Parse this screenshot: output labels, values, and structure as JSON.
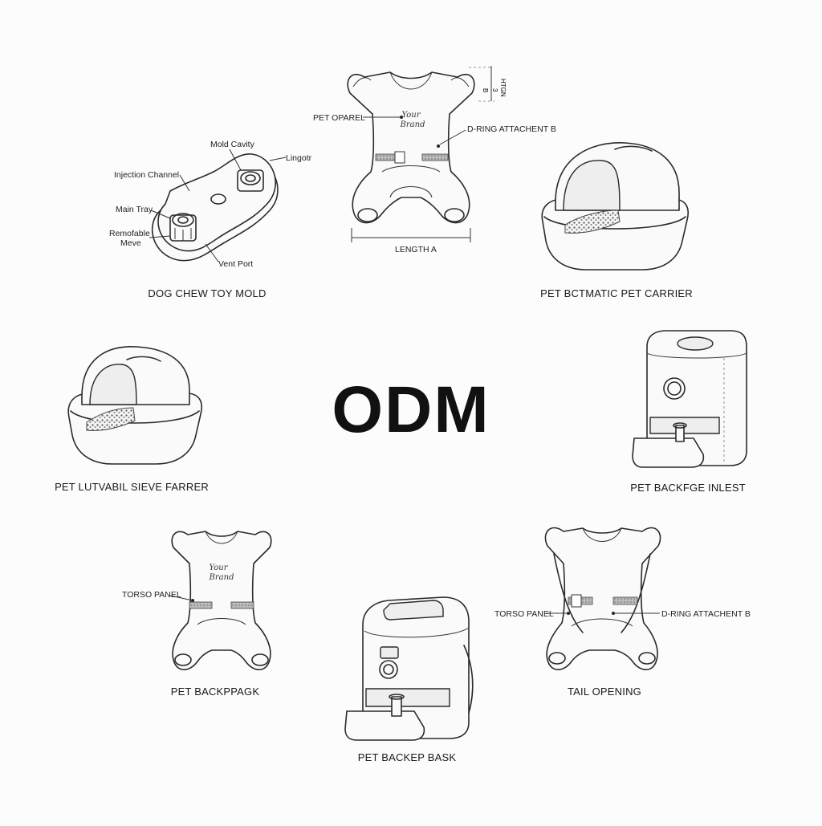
{
  "title": "ODM",
  "products": {
    "chew_toy_mold": {
      "caption": "DOG CHEW TOY MOLD",
      "labels": {
        "mold_cavity": "Mold Cavity",
        "injection_channel": "Injection Channel",
        "lingotr": "Lingotr",
        "main_tray": "Main Tray",
        "removable_1": "Remofable",
        "removable_2": "Meve",
        "vent_port": "Vent Port"
      }
    },
    "apparel_top": {
      "labels": {
        "pet_oparel": "PET OPAREL",
        "d_ring": "D-RING ATTACHENT  B",
        "length": "LENGTH A",
        "dim_b": "B",
        "dim_3": "3",
        "dim_width": "HTGN"
      },
      "brand_1": "Your",
      "brand_2": "Brand"
    },
    "carrier_top_right": {
      "caption": "PET BCTMATIC PET CARRIER"
    },
    "carrier_left": {
      "caption": "PET LUTVABIL SIEVE FARRER"
    },
    "feeder_right": {
      "caption": "PET BACKFGE INLEST"
    },
    "apparel_bottom_left": {
      "caption": "PET BACKPPAGK",
      "labels": {
        "torso_panel": "TORSO PANEL"
      },
      "brand_1": "Your",
      "brand_2": "Brand"
    },
    "feeder_bottom": {
      "caption": "PET BACKEP BASK"
    },
    "harness_bottom_right": {
      "caption": "TAIL OPENING",
      "labels": {
        "torso_panel": "TORSO PANEL",
        "d_ring": "D-RING ATTACHENT  B"
      }
    }
  }
}
